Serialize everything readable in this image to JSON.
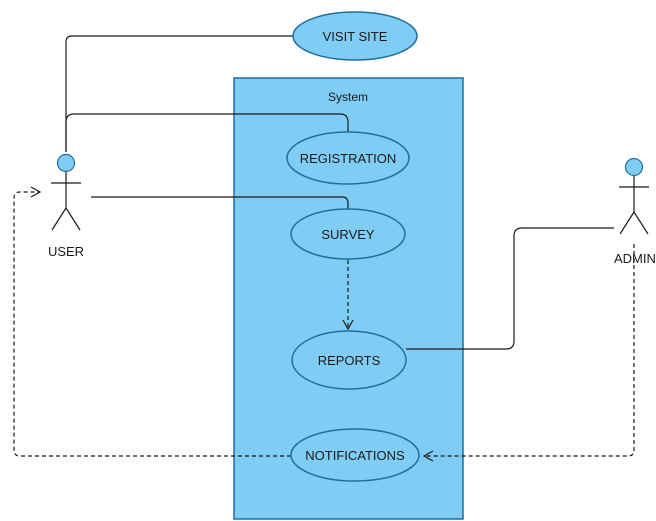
{
  "system": {
    "label": "System"
  },
  "actors": {
    "user": {
      "label": "USER"
    },
    "admin": {
      "label": "ADMIN"
    }
  },
  "use_cases": {
    "visit_site": "VISIT SITE",
    "registration": "REGISTRATION",
    "survey": "SURVEY",
    "reports": "REPORTS",
    "notifications": "NOTIFICATIONS"
  },
  "colors": {
    "fill": "#7fcdf4",
    "stroke": "#1f6f9e",
    "line": "#1a1a1a"
  }
}
